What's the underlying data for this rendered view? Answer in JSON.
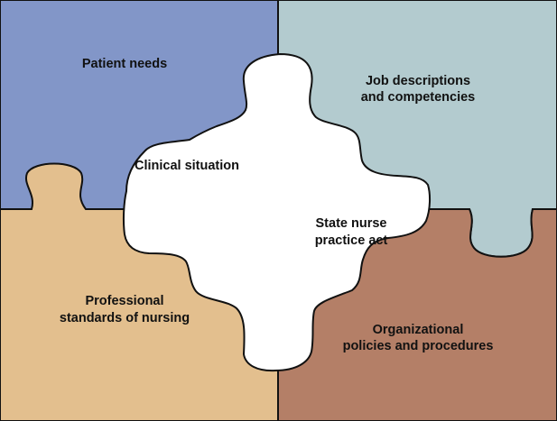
{
  "colors": {
    "patient": "#8296c8",
    "job": "#b3cbcf",
    "professional": "#e3bf8e",
    "organizational": "#b47f67",
    "center": "#ffffff",
    "outline": "#111111"
  },
  "pieces": {
    "patient_needs": [
      "Patient needs"
    ],
    "job_descriptions": [
      "Job descriptions",
      "and competencies"
    ],
    "clinical_situation": [
      "Clinical situation"
    ],
    "state_nurse_act": [
      "State nurse",
      "practice act"
    ],
    "professional_standards": [
      "Professional",
      "standards of nursing"
    ],
    "organizational_policies": [
      "Organizational",
      "policies and procedures"
    ]
  }
}
